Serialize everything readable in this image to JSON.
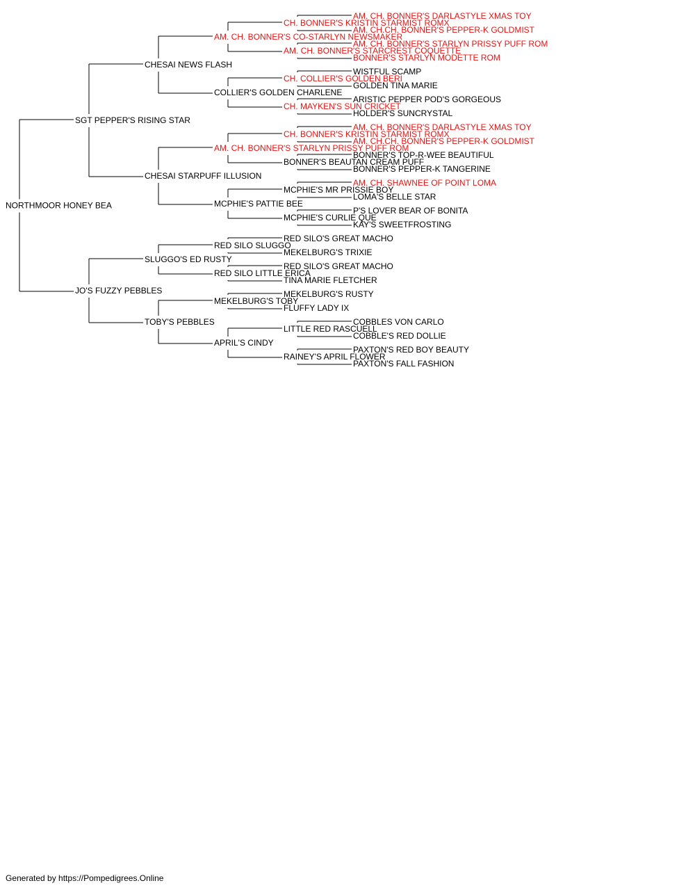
{
  "colors": {
    "champion": "#ee1111",
    "normal": "#000000",
    "line": "#000000"
  },
  "footer": "Generated by https://Pompedigrees.Online",
  "pedigree": {
    "name": "NORTHMOOR HONEY BEA",
    "champion": false,
    "sire": {
      "name": "SGT PEPPER'S RISING STAR",
      "champion": false,
      "sire": {
        "name": "CHESAI NEWS FLASH",
        "champion": false,
        "sire": {
          "name": "AM. CH. BONNER'S CO-STARLYN NEWSMAKER",
          "champion": true,
          "sire": {
            "name": "CH. BONNER'S KRISTIN STARMIST ROMX",
            "champion": true,
            "sire": {
              "name": "AM. CH. BONNER'S DARLASTYLE XMAS TOY",
              "champion": true
            },
            "dam": {
              "name": "AM. CH.CH. BONNER'S PEPPER-K GOLDMIST",
              "champion": true
            }
          },
          "dam": {
            "name": "AM. CH. BONNER'S STARCREST COQUETTE",
            "champion": true,
            "sire": {
              "name": "AM. CH. BONNER'S STARLYN PRISSY PUFF ROM",
              "champion": true
            },
            "dam": {
              "name": "BONNER'S STARLYN MODETTE ROM",
              "champion": true
            }
          }
        },
        "dam": {
          "name": "COLLIER'S GOLDEN CHARLENE",
          "champion": false,
          "sire": {
            "name": "CH. COLLIER'S GOLDEN BERI",
            "champion": true,
            "sire": {
              "name": "WISTFUL SCAMP",
              "champion": false
            },
            "dam": {
              "name": "GOLDEN TINA MARIE",
              "champion": false
            }
          },
          "dam": {
            "name": "CH. MAYKEN'S SUN CRICKET",
            "champion": true,
            "sire": {
              "name": "ARISTIC PEPPER POD'S GORGEOUS",
              "champion": false
            },
            "dam": {
              "name": "HOLDER'S SUNCRYSTAL",
              "champion": false
            }
          }
        }
      },
      "dam": {
        "name": "CHESAI STARPUFF ILLUSION",
        "champion": false,
        "sire": {
          "name": "AM. CH. BONNER'S STARLYN PRISSY PUFF ROM",
          "champion": true,
          "sire": {
            "name": "CH. BONNER'S KRISTIN STARMIST ROMX",
            "champion": true,
            "sire": {
              "name": "AM. CH. BONNER'S DARLASTYLE XMAS TOY",
              "champion": true
            },
            "dam": {
              "name": "AM. CH.CH. BONNER'S PEPPER-K GOLDMIST",
              "champion": true
            }
          },
          "dam": {
            "name": "BONNER'S BEAUTAN CREAM PUFF",
            "champion": false,
            "sire": {
              "name": "BONNER'S TOP-R-WEE BEAUTIFUL",
              "champion": false
            },
            "dam": {
              "name": "BONNER'S PEPPER-K TANGERINE",
              "champion": false
            }
          }
        },
        "dam": {
          "name": "MCPHIE'S PATTIE BEE",
          "champion": false,
          "sire": {
            "name": "MCPHIE'S MR PRISSIE BOY",
            "champion": false,
            "sire": {
              "name": "AM. CH. SHAWNEE OF POINT LOMA",
              "champion": true
            },
            "dam": {
              "name": "LOMA'S BELLE STAR",
              "champion": false
            }
          },
          "dam": {
            "name": "MCPHIE'S CURLIE QUE",
            "champion": false,
            "sire": {
              "name": "P'S LOVER BEAR OF BONITA",
              "champion": false
            },
            "dam": {
              "name": "KAY'S SWEETFROSTING",
              "champion": false
            }
          }
        }
      }
    },
    "dam": {
      "name": "JO'S FUZZY PEBBLES",
      "champion": false,
      "sire": {
        "name": "SLUGGO'S ED RUSTY",
        "champion": false,
        "sire": {
          "name": "RED SILO SLUGGO",
          "champion": false,
          "sire": {
            "name": "RED SILO'S GREAT MACHO",
            "champion": false
          },
          "dam": {
            "name": "MEKELBURG'S TRIXIE",
            "champion": false
          }
        },
        "dam": {
          "name": "RED SILO LITTLE ERICA",
          "champion": false,
          "sire": {
            "name": "RED SILO'S GREAT MACHO",
            "champion": false
          },
          "dam": {
            "name": "TINA MARIE FLETCHER",
            "champion": false
          }
        }
      },
      "dam": {
        "name": "TOBY'S PEBBLES",
        "champion": false,
        "sire": {
          "name": "MEKELBURG'S TOBY",
          "champion": false,
          "sire": {
            "name": "MEKELBURG'S RUSTY",
            "champion": false
          },
          "dam": {
            "name": "FLUFFY LADY IX",
            "champion": false
          }
        },
        "dam": {
          "name": "APRIL'S CINDY",
          "champion": false,
          "sire": {
            "name": "LITTLE RED RASCUELL",
            "champion": false,
            "sire": {
              "name": "COBBLES VON CARLO",
              "champion": false
            },
            "dam": {
              "name": "COBBLE'S RED DOLLIE",
              "champion": false
            }
          },
          "dam": {
            "name": "RAINEY'S APRIL FLOWER",
            "champion": false,
            "sire": {
              "name": "PAXTON'S RED BOY BEAUTY",
              "champion": false
            },
            "dam": {
              "name": "PAXTON'S FALL FASHION",
              "champion": false
            }
          }
        }
      }
    }
  }
}
